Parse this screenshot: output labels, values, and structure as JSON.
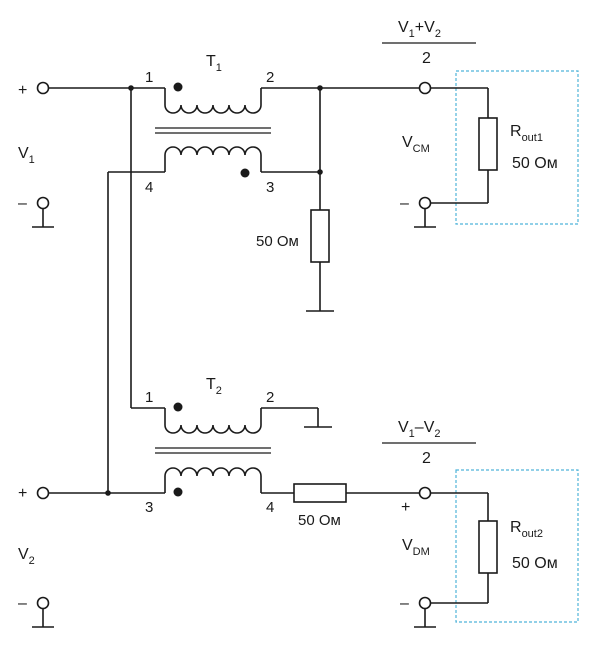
{
  "t1": {
    "name": "T",
    "name_sub": "1",
    "pin1": "1",
    "pin2": "2",
    "pin3": "3",
    "pin4": "4"
  },
  "t2": {
    "name": "T",
    "name_sub": "2",
    "pin1": "1",
    "pin2": "2",
    "pin3": "3",
    "pin4": "4"
  },
  "v1": {
    "sym": "V",
    "sub": "1",
    "plus": "+",
    "minus": "–"
  },
  "v2": {
    "sym": "V",
    "sub": "2",
    "plus": "+",
    "minus": "–"
  },
  "top_expr": {
    "numerator": "V1+V2",
    "n_v1": "V",
    "n_s1": "1",
    "n_op": "+",
    "n_v2": "V",
    "n_s2": "2",
    "denominator": "2"
  },
  "bottom_expr": {
    "n_v1": "V",
    "n_s1": "1",
    "n_op": "–",
    "n_v2": "V",
    "n_s2": "2",
    "denominator": "2"
  },
  "vcm": {
    "sym": "V",
    "sub": "CM",
    "minus": "–"
  },
  "vdm": {
    "sym": "V",
    "sub": "DM",
    "plus": "+",
    "minus": "–"
  },
  "resistors": {
    "r_shunt": "50 Ом",
    "r_series": "50 Ом",
    "rout1_sym": "R",
    "rout1_sub": "out1",
    "rout1_val": "50 Ом",
    "rout2_sym": "R",
    "rout2_sub": "out2",
    "rout2_val": "50 Ом"
  }
}
